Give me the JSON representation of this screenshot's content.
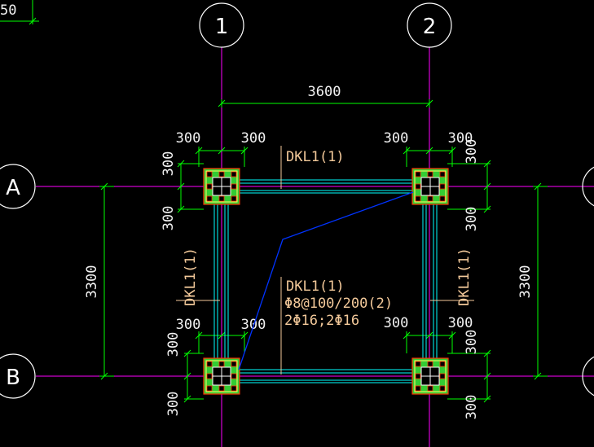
{
  "colors": {
    "background": "#000000",
    "axis_line": "#ff00ff",
    "dimension": "#00ff00",
    "dimension_text": "#f2f2f2",
    "beam": "#00ffff",
    "beam_label": "#f3c99a",
    "column_outline": "#ff3300",
    "column_fill": "#33cc33",
    "selection": "#0033ff"
  },
  "axes": {
    "vertical": [
      {
        "label": "1"
      },
      {
        "label": "2"
      }
    ],
    "horizontal": [
      {
        "label": "A"
      },
      {
        "label": "B"
      }
    ]
  },
  "corner_fragment": "50",
  "dimensions": {
    "span_x": "3600",
    "span_y_left": "3300",
    "span_y_right": "3300",
    "offset": "300"
  },
  "beams": {
    "top": {
      "label": "DKL1(1)"
    },
    "left": {
      "label": "DKL1(1)"
    },
    "right": {
      "label": "DKL1(1)"
    },
    "center": {
      "label": "DKL1(1)",
      "stirrup": "Φ8@100/200(2)",
      "rebar": "2Φ16;2Φ16"
    }
  }
}
